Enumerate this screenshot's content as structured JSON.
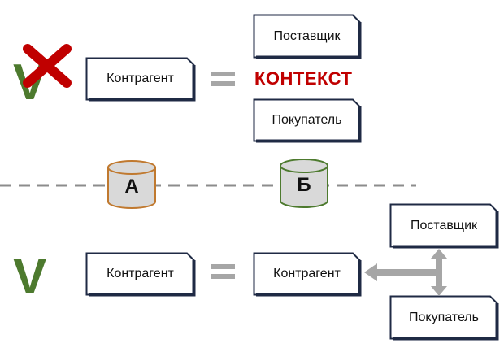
{
  "top_row": {
    "left_card": "Контрагент",
    "context_label": "КОНТЕКСТ",
    "supplier_card": "Поставщик",
    "buyer_card": "Покупатель"
  },
  "databases": {
    "a": {
      "label": "А",
      "color": "#c0792f"
    },
    "b": {
      "label": "Б",
      "color": "#4d7a2e"
    }
  },
  "bottom_row": {
    "left_card": "Контрагент",
    "middle_card": "Контрагент",
    "supplier_card": "Поставщик",
    "buyer_card": "Покупатель"
  },
  "marks": {
    "check": "V",
    "check_color": "#4d7a2e",
    "cross_color": "#c00000"
  }
}
